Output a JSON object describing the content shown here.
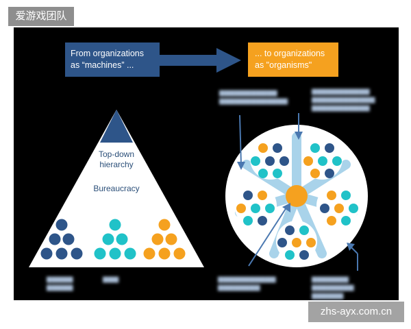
{
  "watermark": {
    "top_label": "爱游戏团队",
    "bottom_label": "zhs-ayx.com.cn"
  },
  "diagram": {
    "left_box": {
      "line1": "From organizations",
      "line2": "as “machines” ..."
    },
    "right_box": {
      "line1": "... to organizations",
      "line2": "as \"organisms\""
    },
    "pyramid": {
      "label_top1": "Top-down",
      "label_top2": "hierarchy",
      "label_middle": "Bureaucracy",
      "groups": [
        {
          "color": "#2e5589"
        },
        {
          "color": "#20c2c8"
        },
        {
          "color": "#f5a11f"
        }
      ]
    },
    "colors": {
      "panel": "#000000",
      "navy": "#2e5589",
      "orange": "#f5a11f",
      "teal": "#20c2c8",
      "light_blue": "#a9d3ea"
    }
  }
}
